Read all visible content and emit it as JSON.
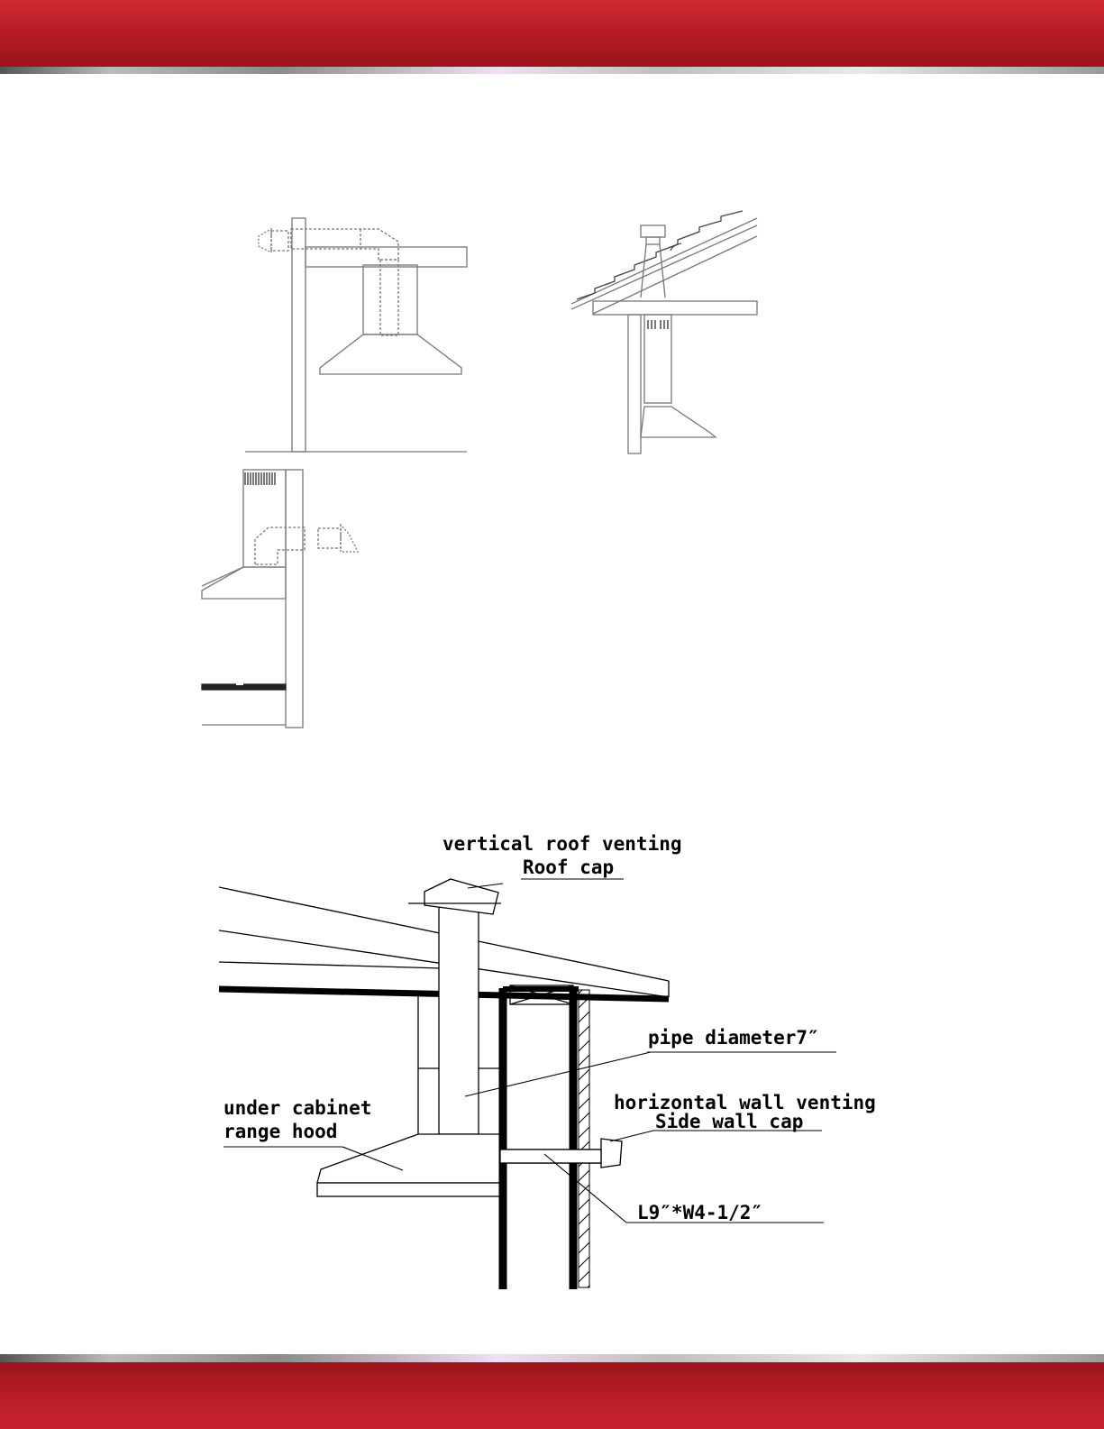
{
  "theme": {
    "band_color": "#b81c25",
    "line_color": "#8f8f8f"
  },
  "diagrams": [
    {
      "id": "hood-horizontal-through-wall-top"
    },
    {
      "id": "hood-vertical-through-roof"
    },
    {
      "id": "hood-horizontal-through-wall-side"
    }
  ],
  "detail": {
    "labels": {
      "vertical_roof_venting": "vertical roof venting",
      "roof_cap": "Roof cap",
      "pipe_diameter": "pipe diameter7″",
      "horizontal_wall_venting": "horizontal wall venting",
      "side_wall_cap": "Side wall cap",
      "under_cabinet_line1": "under cabinet",
      "under_cabinet_line2": "range hood",
      "duct_size": "L9″*W4-1/2″"
    }
  }
}
